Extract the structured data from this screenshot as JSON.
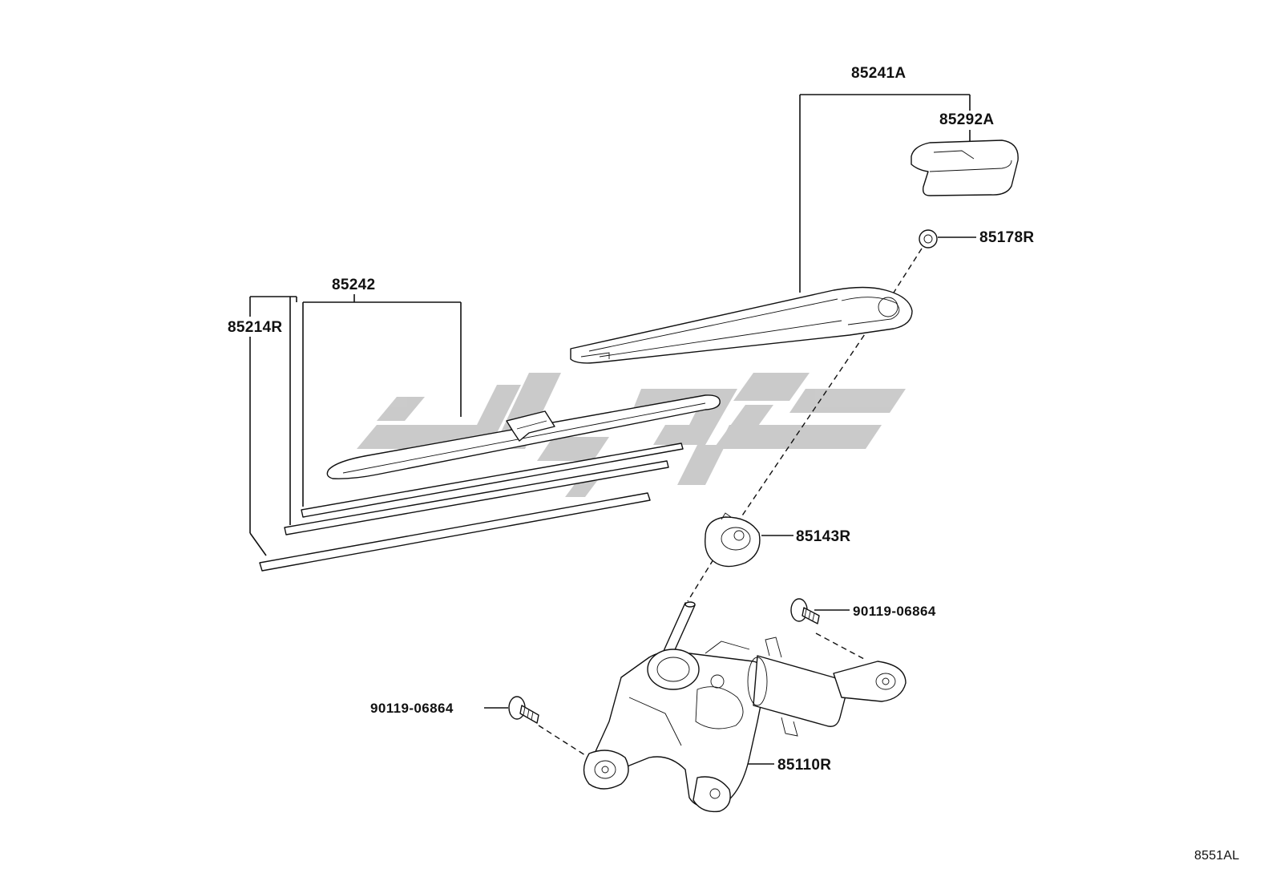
{
  "diagram": {
    "labels": {
      "arm_assembly": "85241A",
      "arm_cap": "85292A",
      "arm_nut": "85178R",
      "blade": "85242",
      "blade_rubber": "85214R",
      "pivot_cap": "85143R",
      "bolt_right": "90119-06864",
      "bolt_left": "90119-06864",
      "motor": "85110R"
    },
    "illustration_code": "8551AL",
    "watermark_color": "#c8c8c8",
    "line_color": "#111111"
  }
}
